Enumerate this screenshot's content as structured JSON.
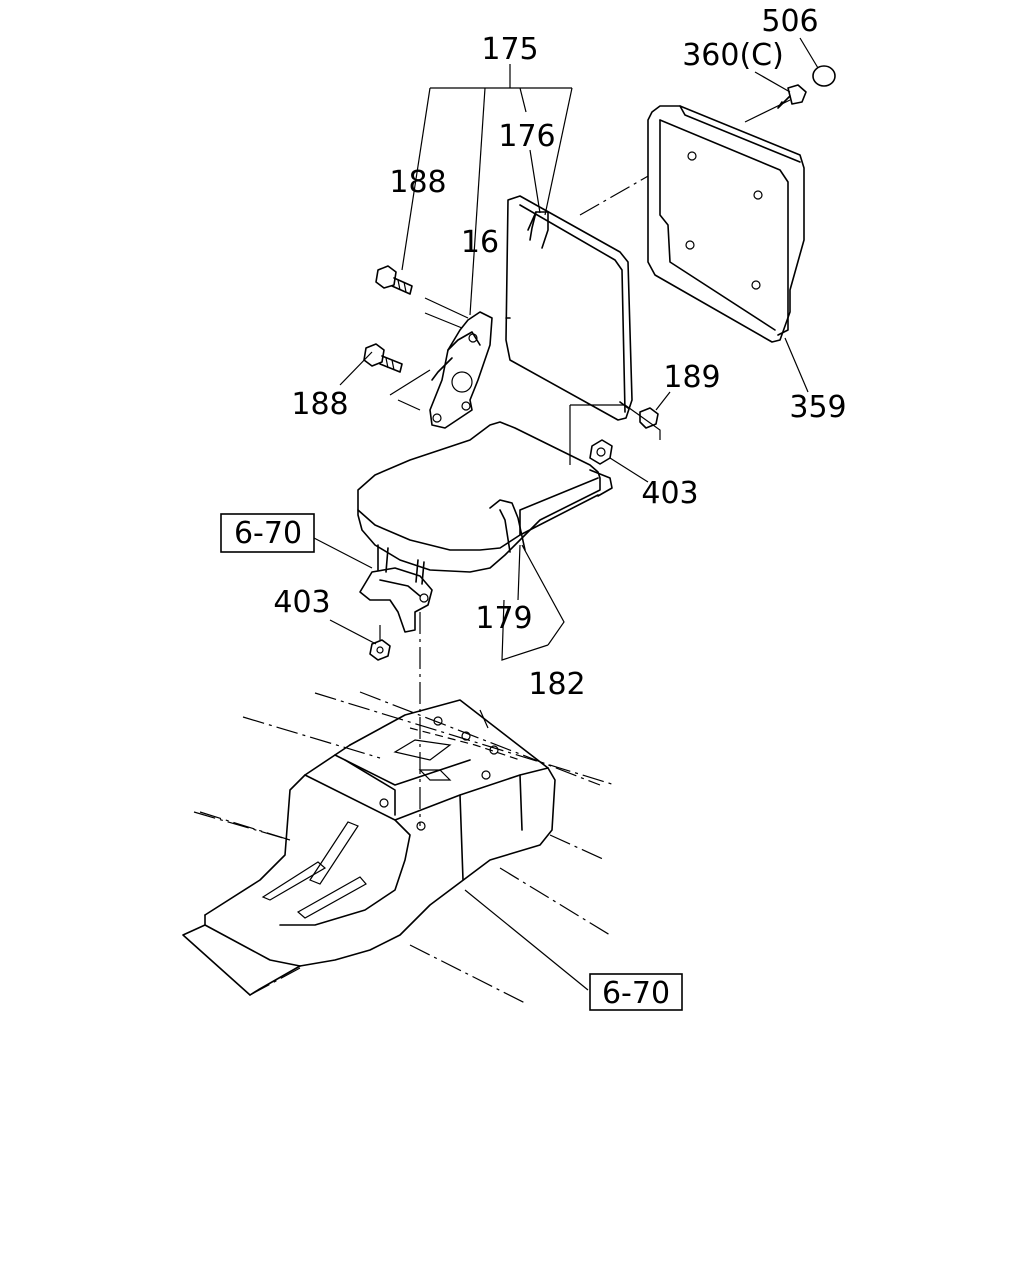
{
  "callouts": {
    "p175": "175",
    "p176": "176",
    "p188_top": "188",
    "p16": "16",
    "p188_bottom": "188",
    "p506": "506",
    "p360c": "360(C)",
    "p189": "189",
    "p359": "359",
    "p403_right": "403",
    "p403_left": "403",
    "p179": "179",
    "p182": "182",
    "ref_top": "6-70",
    "ref_bottom": "6-70"
  }
}
